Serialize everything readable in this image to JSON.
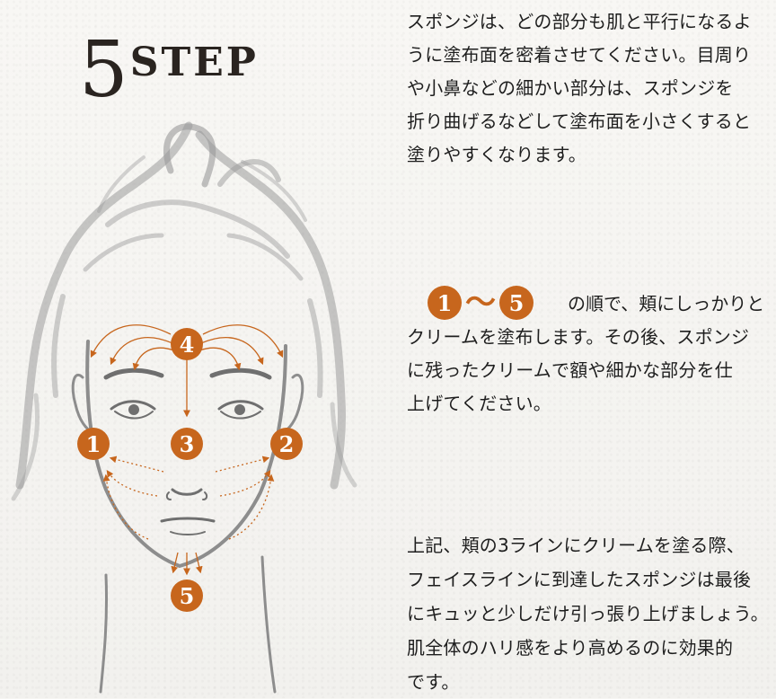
{
  "title": {
    "number": "5",
    "word": "STEP"
  },
  "illustration": {
    "markers": [
      "1",
      "2",
      "3",
      "4",
      "5"
    ]
  },
  "colors": {
    "accent": "#c7661d",
    "ink": "#1e1e1e",
    "sketch": "#9a9a9a"
  },
  "text_block_1": "スポンジは、どの部分も肌と平行になるよ\nうに塗布面を密着させてください。目周り\nや小鼻などの細かい部分は、スポンジを\n折り曲げるなどして塗布面を小さくすると\n塗りやすくなります。",
  "range": {
    "start": "1",
    "tilde": "〜",
    "end": "5"
  },
  "text_block_2_first": "の順で、頬にしっかりと",
  "text_block_2_rest": "クリームを塗布します。その後、スポンジ\nに残ったクリームで額や細かな部分を仕\n上げてください。",
  "text_block_3": " 上記、頬の3ラインにクリームを塗る際、\nフェイスラインに到達したスポンジは最後\nにキュッと少しだけ引っ張り上げましょう。\n肌全体のハリ感をより高めるのに効果的\nです。"
}
